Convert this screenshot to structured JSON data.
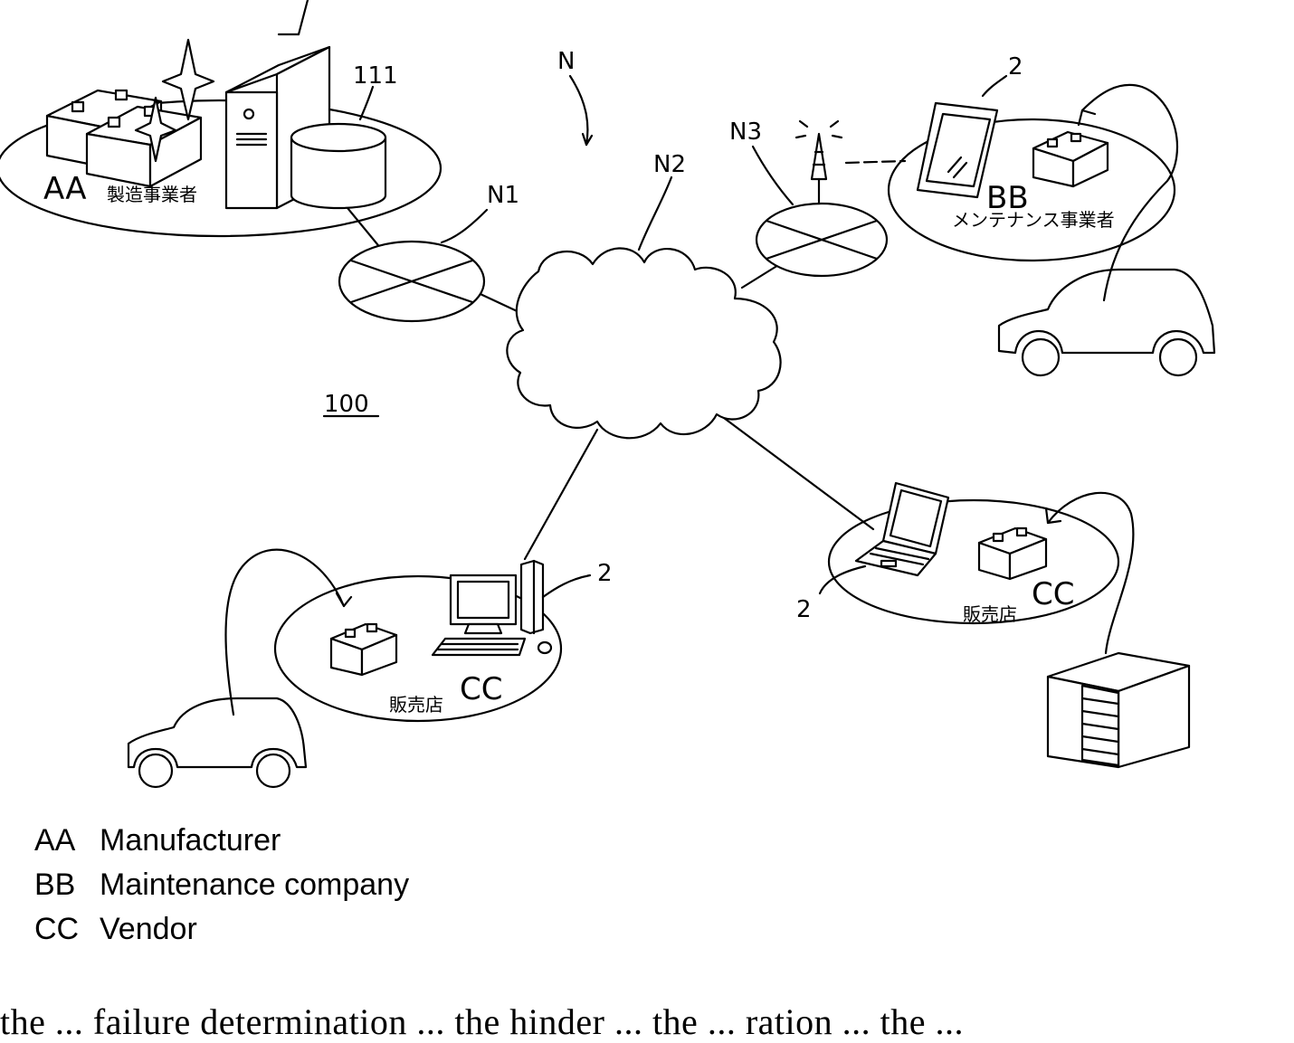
{
  "labels": {
    "network": "N",
    "net1": "N1",
    "net2": "N2",
    "net3": "N3",
    "database": "111",
    "system": "100",
    "terminal": "2"
  },
  "sites": {
    "manufacturer": {
      "code": "AA",
      "name_jp": "製造事業者"
    },
    "maintenance": {
      "code": "BB",
      "name_jp": "メンテナンス事業者"
    },
    "vendor_left": {
      "code": "CC",
      "name_jp": "販売店"
    },
    "vendor_right": {
      "code": "CC",
      "name_jp": "販売店"
    }
  },
  "legend": [
    {
      "code": "AA",
      "label": "Manufacturer"
    },
    {
      "code": "BB",
      "label": "Maintenance company"
    },
    {
      "code": "CC",
      "label": "Vendor"
    }
  ],
  "caption_fragment": "the ... failure determination ... the hinder ... the ... ration ... the ..."
}
